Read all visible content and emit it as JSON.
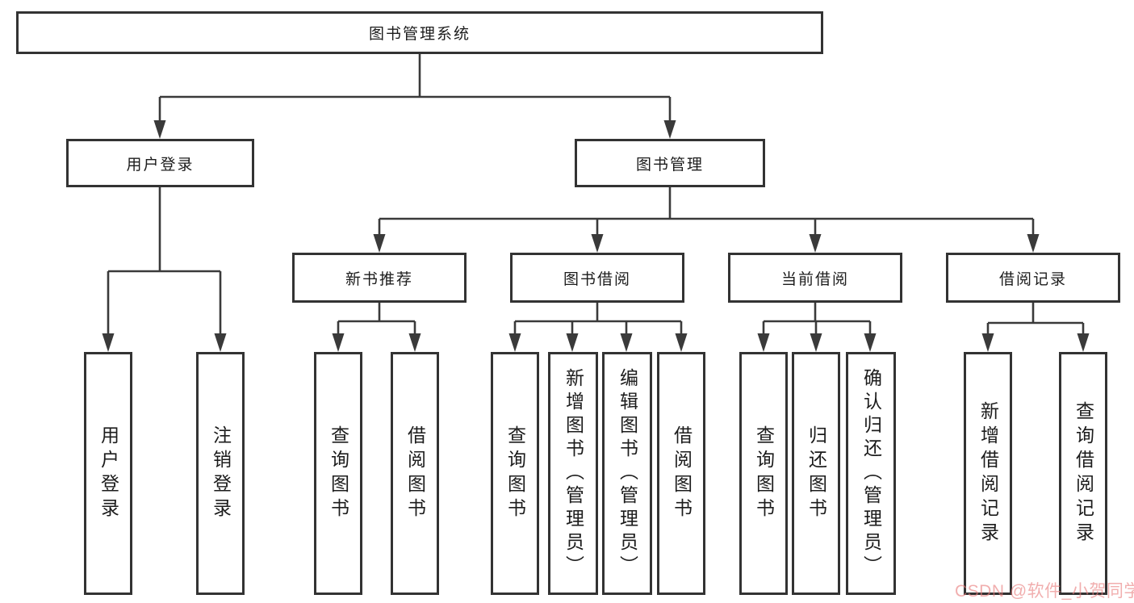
{
  "tree": {
    "root": "图书管理系统",
    "branches": [
      {
        "label": "用户登录",
        "children": [
          "用户登录",
          "注销登录"
        ]
      },
      {
        "label": "图书管理",
        "groups": [
          {
            "label": "新书推荐",
            "children": [
              "查询图书",
              "借阅图书"
            ]
          },
          {
            "label": "图书借阅",
            "children": [
              "查询图书",
              "新增图书（管理员）",
              "编辑图书（管理员）",
              "借阅图书"
            ]
          },
          {
            "label": "当前借阅",
            "children": [
              "查询图书",
              "归还图书",
              "确认归还（管理员）"
            ]
          },
          {
            "label": "借阅记录",
            "children": [
              "新增借阅记录",
              "查询借阅记录"
            ]
          }
        ]
      }
    ]
  },
  "watermark": {
    "text": "CSDN @软件_小贺同学",
    "color": "#e87d7d"
  },
  "colors": {
    "line": "#3a3a3a",
    "box_border": "#333333",
    "box_fill": "#ffffff",
    "text": "#1c1c1c"
  }
}
